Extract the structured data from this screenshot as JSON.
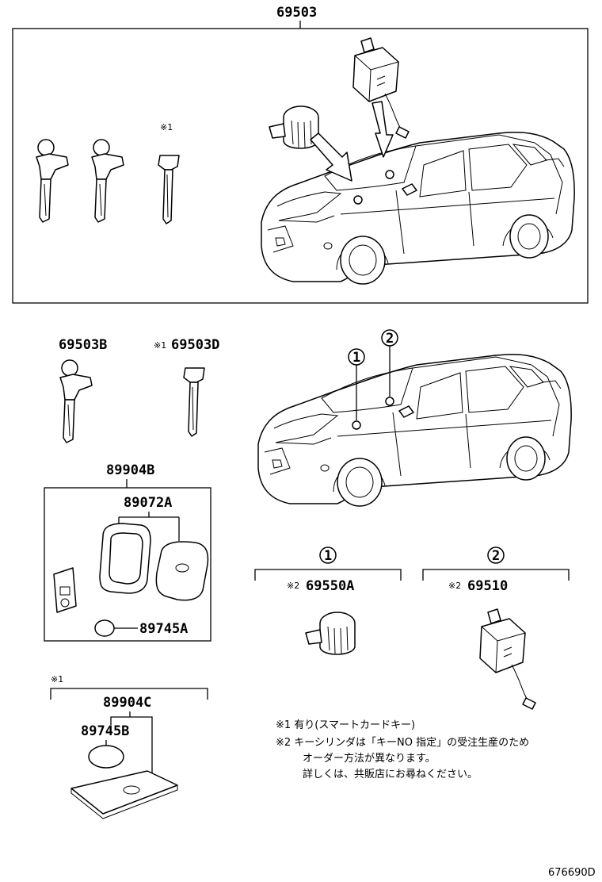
{
  "assy_label": "69503",
  "part_labels": {
    "key_b": "69503B",
    "key_d": "69503D",
    "transmitter_assy": "89904B",
    "case": "89072A",
    "battery_a": "89745A",
    "card_key_assy": "89904C",
    "battery_b": "89745B",
    "door_cylinder": "69550A",
    "ignition_cylinder": "69510"
  },
  "marks": {
    "note1": "※1",
    "note2": "※2"
  },
  "callouts": {
    "one": "1",
    "two": "2"
  },
  "notes": [
    "※1 有り(スマートカードキー)",
    "※2 キーシリンダは「キーNO 指定」の受注生産のため",
    "オーダー方法が異なります。",
    "詳しくは、共販店にお尋ねください。"
  ],
  "diagram_code": "676690D"
}
